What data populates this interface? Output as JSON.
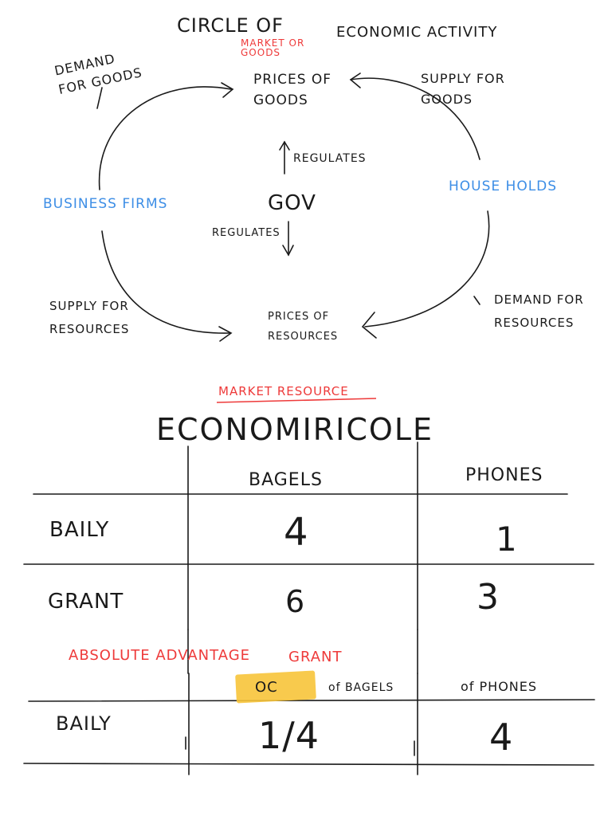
{
  "circle": {
    "title": "CIRCLE OF",
    "title_rest": "ECONOMIC ACTIVITY",
    "market_goods_note": "MARKET OR GOODS",
    "prices_goods": "PRICES OF GOODS",
    "demand_goods": "DEMAND FOR GOODS",
    "supply_goods": "SUPPLY FOR GOODS",
    "regulates_up": "REGULATES",
    "gov": "GOV",
    "regulates_down": "REGULATES",
    "business_firms": "BUSINESS FIRMS",
    "households": "HOUSE HOLDS",
    "supply_resources": "SUPPLY FOR RESOURCES",
    "demand_resources": "DEMAND FOR RESOURCES",
    "prices_resources": "PRICES OF RESOURCES",
    "market_resource": "MARKET RESOURCE"
  },
  "table1": {
    "title": "ECONOMIRICOLE",
    "col_bagels": "BAGELS",
    "col_phones": "PHONES",
    "rows": [
      {
        "name": "BAILY",
        "bagels": "4",
        "phones": "1"
      },
      {
        "name": "GRANT",
        "bagels": "6",
        "phones": "3"
      }
    ]
  },
  "advantage": {
    "label": "ABSOLUTE ADVANTAGE",
    "winner": "GRANT"
  },
  "table2": {
    "oc": "OC",
    "col_bagels": "of BAGELS",
    "col_phones": "of PHONES",
    "row": {
      "name": "BAILY",
      "bagels": "1/4",
      "phones": "4"
    }
  },
  "colors": {
    "ink": "#1a1a1a",
    "blue": "#3d8ee6",
    "red": "#ee3a3a",
    "highlight": "#f7c43a"
  }
}
